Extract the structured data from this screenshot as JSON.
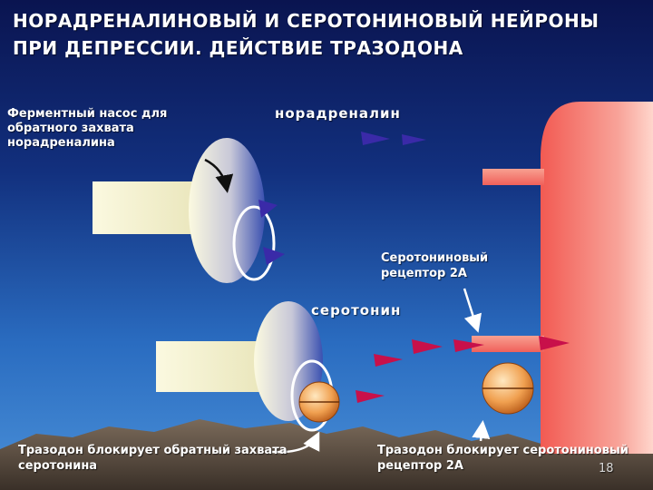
{
  "slide": {
    "title": "НОРАДРЕНАЛИНОВЫЙ И СЕРОТОНИНОВЫЙ НЕЙРОНЫ ПРИ ДЕПРЕССИИ. ДЕЙСТВИЕ ТРАЗОДОНА",
    "page_number": "18"
  },
  "labels": {
    "reuptake_pump": "Ферментный насос для обратного захвата норадреналина",
    "norepinephrine": "норадреналин",
    "serotonin_receptor": "Серотониновый рецептор 2А",
    "serotonin": "серотонин",
    "trazodone_reuptake": "Тразодон блокирует обратный захвата серотонина",
    "trazodone_receptor": "Тразодон блокирует серотониновый рецептор 2А"
  },
  "colors": {
    "background_top": "#0a1450",
    "background_bottom": "#4a90d8",
    "postsynaptic_neuron": "#f26b5e",
    "presynaptic_terminal": "#f0eed0",
    "norepinephrine_molecule": "#3a2aa8",
    "serotonin_molecule": "#c8104a",
    "drug_sphere": "#f0a050"
  }
}
